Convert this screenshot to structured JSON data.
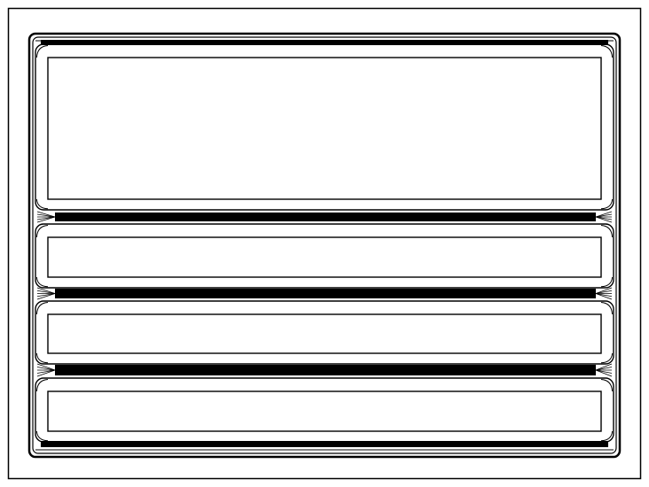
{
  "drawing": {
    "line_color": "#000000",
    "background": "#ffffff",
    "drawer_count": 4,
    "drawers": [
      {
        "kind": "top-panel"
      },
      {
        "kind": "drawer"
      },
      {
        "kind": "drawer"
      },
      {
        "kind": "drawer"
      }
    ]
  }
}
